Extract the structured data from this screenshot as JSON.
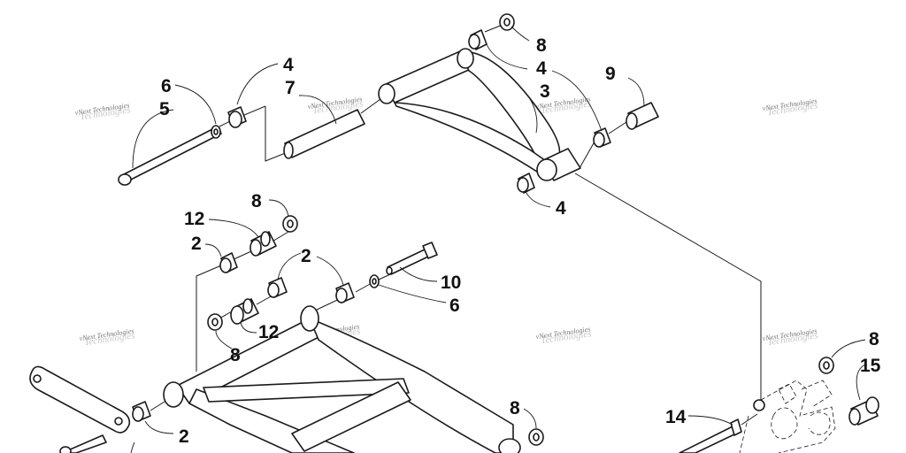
{
  "diagram": {
    "callouts": {
      "c8a": "8",
      "c4a": "4",
      "c9": "9",
      "c3": "3",
      "c4b": "4",
      "c7": "7",
      "c6a": "6",
      "c5": "5",
      "c4c": "4",
      "c8b": "8",
      "c12a": "12",
      "c2a": "2",
      "c2b": "2",
      "c10": "10",
      "c6b": "6",
      "c12b": "12",
      "c8c": "8",
      "c8d": "8",
      "c2c": "2",
      "c8e": "8",
      "c15": "15",
      "c14": "14"
    },
    "watermark": "vNext Technologies",
    "watermark_bg": "Technologies"
  }
}
